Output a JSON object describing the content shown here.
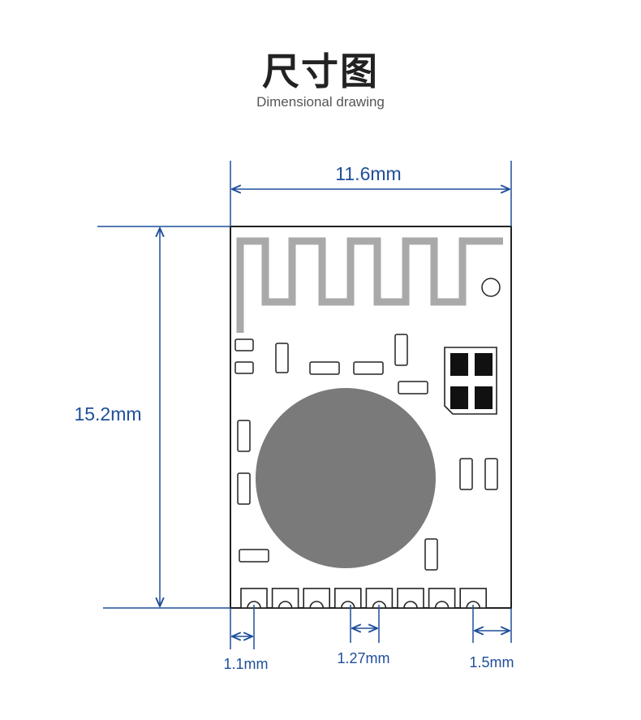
{
  "header": {
    "title": "尺寸图",
    "subtitle": "Dimensional drawing"
  },
  "dimensions": {
    "width_label": "11.6mm",
    "height_label": "15.2mm",
    "pad_offset_left_label": "1.1mm",
    "pad_pitch_label": "1.27mm",
    "pad_offset_right_label": "1.5mm"
  },
  "colors": {
    "dimension_line": "#1f4e9a",
    "outline": "#222222",
    "antenna": "#a9a9a9",
    "shield_can": "#7a7a7a",
    "pad_block": "#111111"
  },
  "module": {
    "pad_count": 8
  }
}
